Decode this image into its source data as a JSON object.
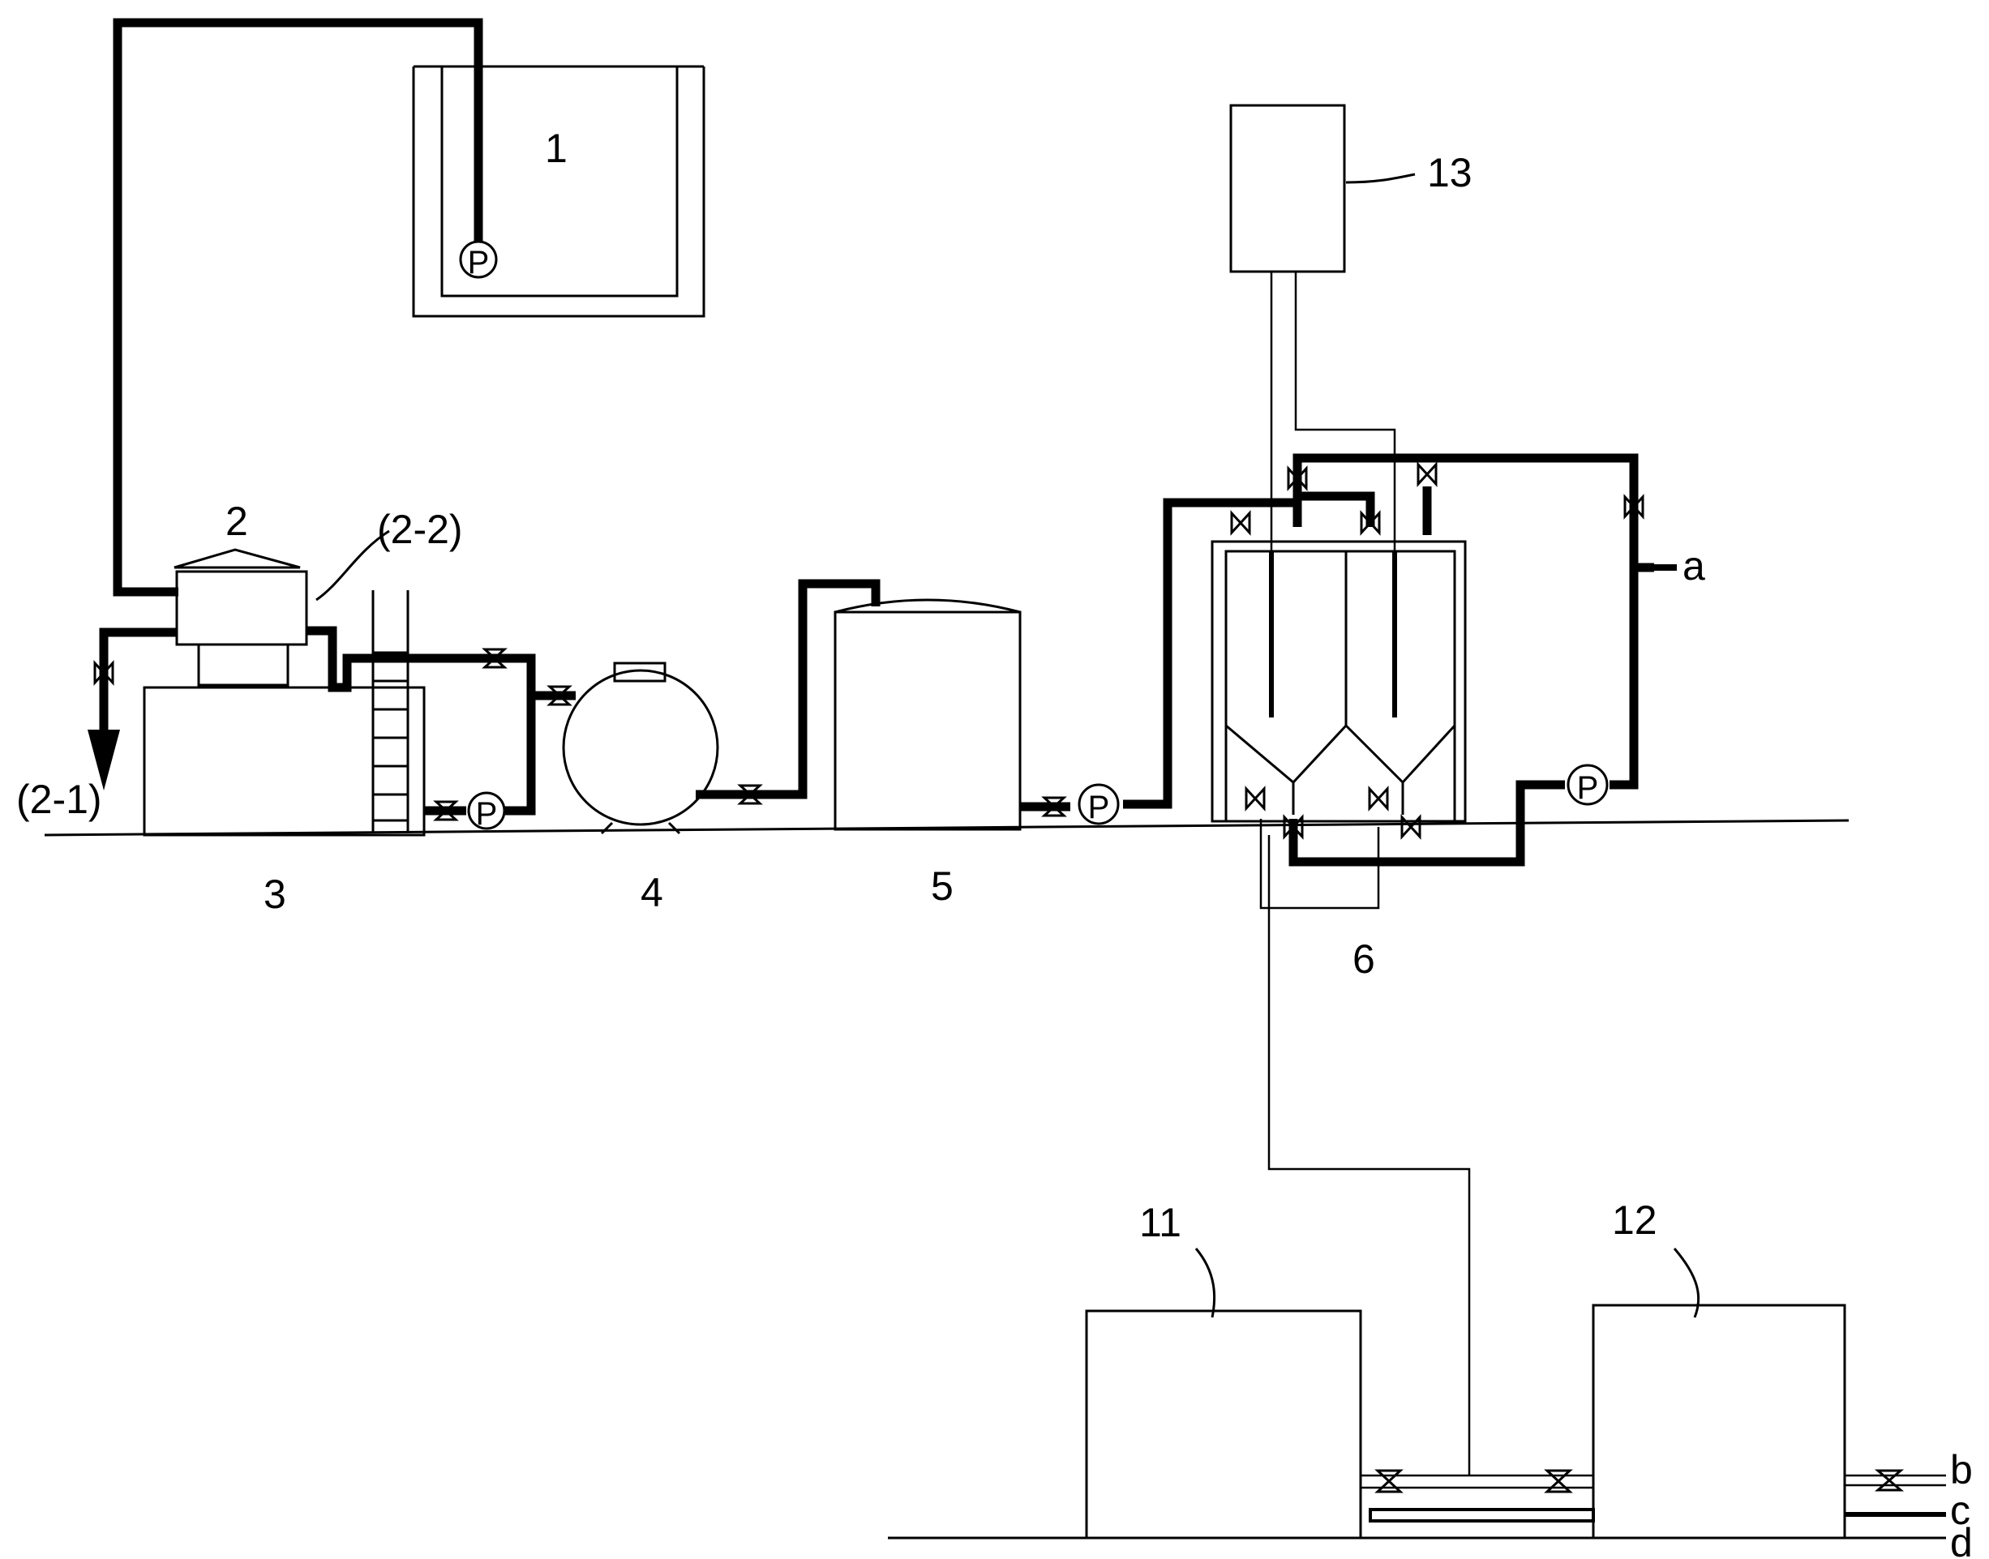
{
  "labels": {
    "tank_1": "1",
    "unit_2": "2",
    "outlet_2_2": "(2-2)",
    "outlet_2_1": "(2-1)",
    "unit_3": "3",
    "unit_4": "4",
    "unit_5": "5",
    "unit_6": "6",
    "tank_11": "11",
    "tank_12": "12",
    "unit_13": "13",
    "line_a": "a",
    "line_b": "b",
    "line_c": "c",
    "line_d": "d"
  },
  "pump_symbol": "P"
}
